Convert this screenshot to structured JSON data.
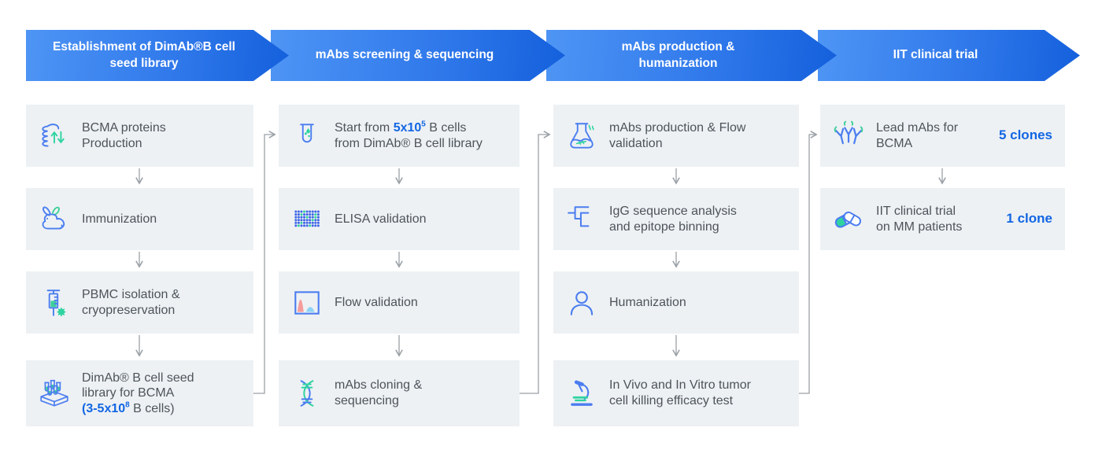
{
  "colors": {
    "accent_blue": "#1266e3",
    "banner_gradient_start": "#4E95F5",
    "banner_gradient_end": "#1460DC",
    "box_background": "#edf1f4",
    "text": "#4d545a",
    "connector": "#9aa0a6"
  },
  "banners": [
    {
      "label": "Establishment of DimAb®B cell\nseed library"
    },
    {
      "label": "mAbs screening & sequencing"
    },
    {
      "label": "mAbs production &\nhumanization"
    },
    {
      "label": "IIT clinical trial"
    }
  ],
  "columns": [
    {
      "boxes": [
        {
          "icon": "protein-production-icon",
          "text": "BCMA proteins\nProduction"
        },
        {
          "icon": "rabbit-icon",
          "text": "Immunization"
        },
        {
          "icon": "syringe-icon",
          "text": "PBMC isolation &\ncryopreservation"
        },
        {
          "icon": "cell-library-icon",
          "pre": "DimAb® B cell seed\nlibrary for BCMA\n",
          "hl": "(3-5x10",
          "sup": "8",
          "post": " B cells)"
        }
      ]
    },
    {
      "boxes": [
        {
          "icon": "test-tube-icon",
          "pre": "Start from ",
          "hl": "5x10",
          "sup": "5",
          "post": " B cells\nfrom DimAb® B cell library"
        },
        {
          "icon": "elisa-plate-icon",
          "text": "ELISA validation"
        },
        {
          "icon": "flow-histogram-icon",
          "text": "Flow validation"
        },
        {
          "icon": "dna-icon",
          "text": "mAbs cloning &\nsequencing"
        }
      ]
    },
    {
      "boxes": [
        {
          "icon": "flask-icon",
          "text": "mAbs production & Flow\nvalidation"
        },
        {
          "icon": "epitope-tree-icon",
          "text": "IgG sequence analysis\nand epitope binning"
        },
        {
          "icon": "person-icon",
          "text": "Humanization"
        },
        {
          "icon": "microscope-icon",
          "text": "In Vivo and In Vitro tumor\ncell killing efficacy test"
        }
      ]
    },
    {
      "boxes": [
        {
          "icon": "antibodies-icon",
          "text": "Lead mAbs for\nBCMA",
          "badge": "5 clones"
        },
        {
          "icon": "pills-icon",
          "text": "IIT clinical trial\non MM patients",
          "badge": "1 clone"
        }
      ]
    }
  ]
}
